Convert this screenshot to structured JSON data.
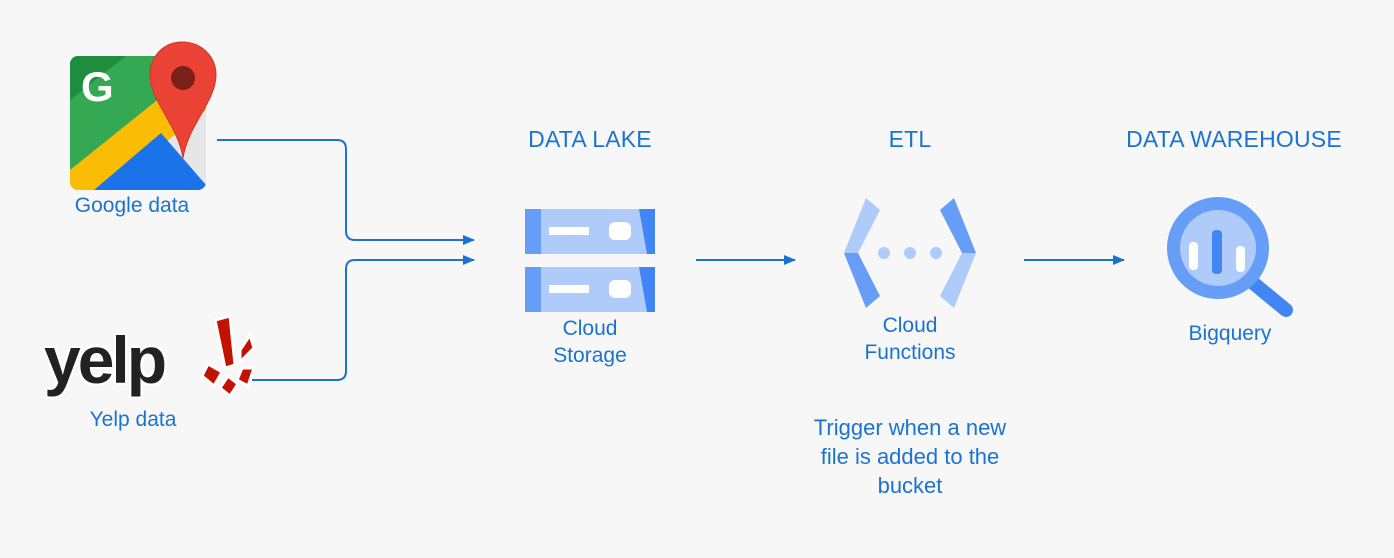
{
  "sources": {
    "google": {
      "label": "Google data",
      "icon": "google-maps-icon"
    },
    "yelp": {
      "label": "Yelp data",
      "wordmark": "yelp",
      "icon": "yelp-logo"
    }
  },
  "stages": {
    "data_lake": {
      "header": "DATA LAKE",
      "label_line1": "Cloud",
      "label_line2": "Storage",
      "icon": "cloud-storage-icon"
    },
    "etl": {
      "header": "ETL",
      "label_line1": "Cloud",
      "label_line2": "Functions",
      "icon": "cloud-functions-icon"
    },
    "warehouse": {
      "header": "DATA WAREHOUSE",
      "label": "Bigquery",
      "icon": "bigquery-icon"
    }
  },
  "note": {
    "line1": "Trigger when a new",
    "line2": "file is added to the",
    "line3": "bucket"
  },
  "colors": {
    "text": "#1b73d1",
    "arrow": "#1b73d1",
    "gcp_light": "#aecbfa",
    "gcp_mid": "#669df6",
    "gcp_dark": "#4285f4"
  }
}
